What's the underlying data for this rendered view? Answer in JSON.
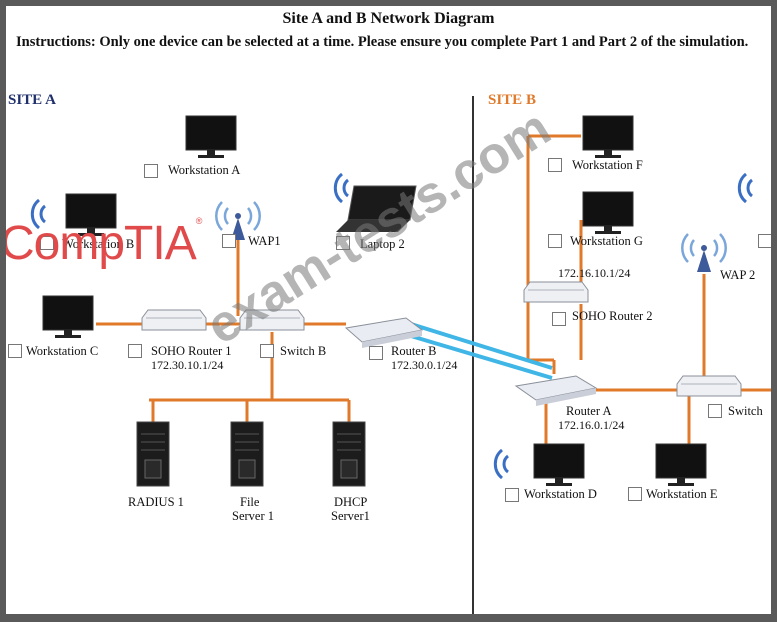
{
  "title": "Site A and B Network Diagram",
  "instructions": "Instructions: Only one device can be selected at a time. Please ensure you complete Part 1 and Part 2 of the simulation.",
  "site_a": {
    "label": "SITE A",
    "workstation_a": "Workstation A",
    "workstation_b": "Workstation B",
    "workstation_c": "Workstation C",
    "wap1": "WAP1",
    "laptop2": "Laptop 2",
    "soho_router_1": "SOHO Router 1",
    "soho_router_1_ip": "172.30.10.1/24",
    "switch_b": "Switch B",
    "router_b": "Router B",
    "router_b_ip": "172.30.0.1/24",
    "radius1": "RADIUS 1",
    "file_server_1_line1": "File",
    "file_server_1_line2": "Server 1",
    "dhcp_server1_line1": "DHCP",
    "dhcp_server1_line2": "Server1"
  },
  "site_b": {
    "label": "SITE B",
    "workstation_f": "Workstation F",
    "workstation_g": "Workstation G",
    "soho_router_2_ip": "172.16.10.1/24",
    "soho_router_2": "SOHO Router 2",
    "wap2": "WAP 2",
    "router_a": "Router A",
    "router_a_ip": "172.16.0.1/24",
    "switch": "Switch",
    "workstation_d": "Workstation D",
    "workstation_e": "Workstation E"
  },
  "brand_logo": "CompTIA",
  "watermark": "exam-tests.com",
  "colors": {
    "link": "#e07a2a",
    "site_label_a": "#1f2f6b",
    "site_label_b": "#e07a2a",
    "wan_link": "#3fb6e6",
    "wifi": "#3a6fc4"
  }
}
